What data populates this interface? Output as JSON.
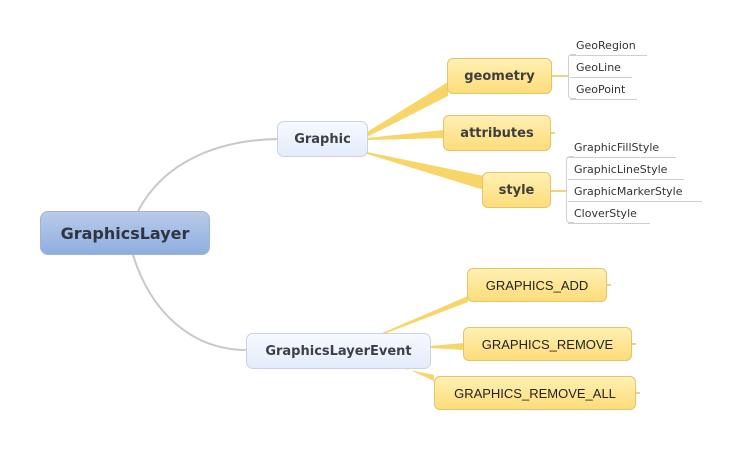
{
  "colors": {
    "root_fill": "#8faedf",
    "main_fill": "#e4ecfb",
    "sub_fill": "#fddc7a",
    "curve": "#c8c8c8",
    "wedge": "#f7d568"
  },
  "root": {
    "label": "GraphicsLayer"
  },
  "branches": [
    {
      "label": "Graphic",
      "children": [
        {
          "label": "geometry",
          "leaves": [
            "GeoRegion",
            "GeoLine",
            "GeoPoint"
          ]
        },
        {
          "label": "attributes",
          "leaves": []
        },
        {
          "label": "style",
          "leaves": [
            "GraphicFillStyle",
            "GraphicLineStyle",
            "GraphicMarkerStyle",
            "CloverStyle"
          ]
        }
      ]
    },
    {
      "label": "GraphicsLayerEvent",
      "children": [
        {
          "label": "GRAPHICS_ADD",
          "leaves": []
        },
        {
          "label": "GRAPHICS_REMOVE",
          "leaves": []
        },
        {
          "label": "GRAPHICS_REMOVE_ALL",
          "leaves": []
        }
      ]
    }
  ]
}
